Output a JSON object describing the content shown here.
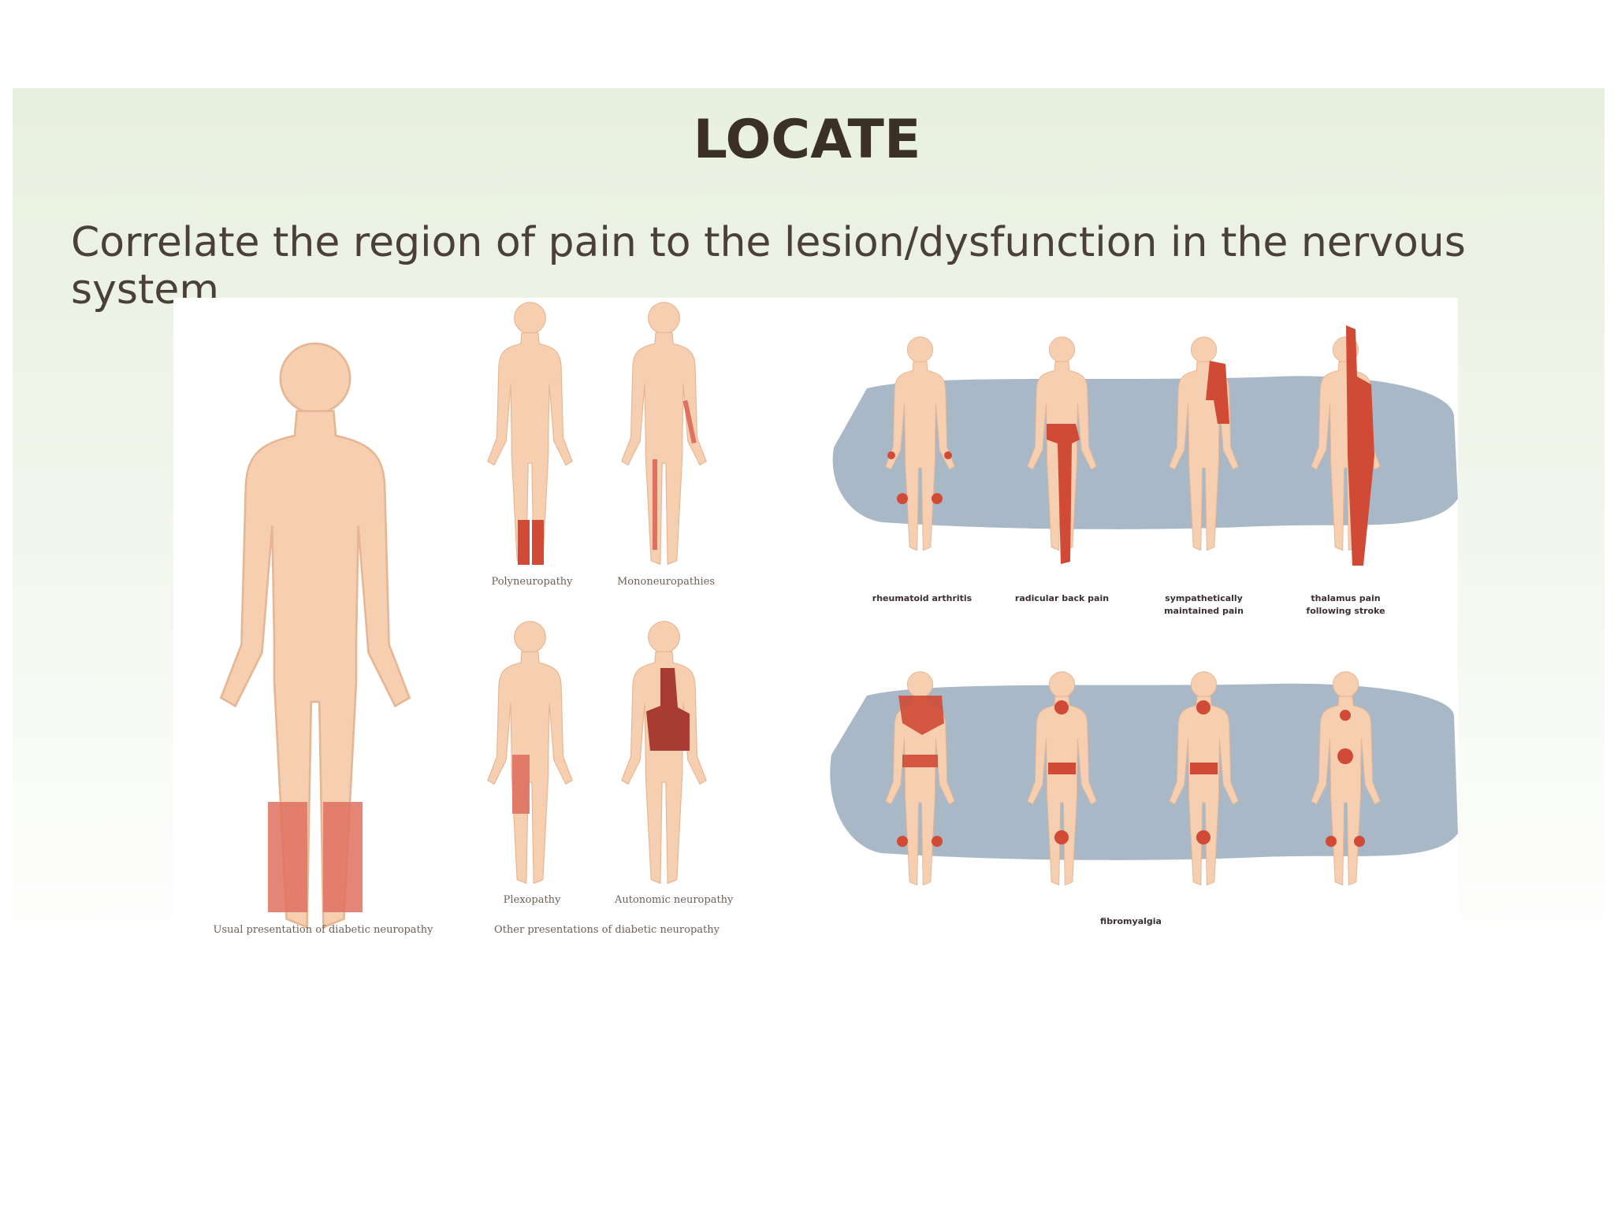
{
  "slide": {
    "title": "LOCATE",
    "subtitle": "Correlate the region of pain to the lesion/dysfunction in the nervous system"
  },
  "left_figure": {
    "labels": {
      "polyneuropathy": "Polyneuropathy",
      "mononeuropathies": "Mononeuropathies",
      "plexopathy": "Plexopathy",
      "autonomic": "Autonomic neuropathy",
      "usual": "Usual presentation of diabetic neuropathy",
      "other": "Other presentations of diabetic neuropathy"
    }
  },
  "right_figure": {
    "labels": {
      "rheumatoid": "rheumatoid arthritis",
      "radicular": "radicular back pain",
      "sympathetic_1": "sympathetically",
      "sympathetic_2": "maintained pain",
      "thalamus_1": "thalamus pain",
      "thalamus_2": "following stroke",
      "fibromyalgia": "fibromyalgia"
    }
  },
  "colors": {
    "skin": "#f5cfb0",
    "skin_outline": "#e6b694",
    "pain_red": "#e07060",
    "pain_dark": "#d04a35",
    "organ_dark": "#a83b32",
    "panel_gray": "#a9b8c6"
  }
}
